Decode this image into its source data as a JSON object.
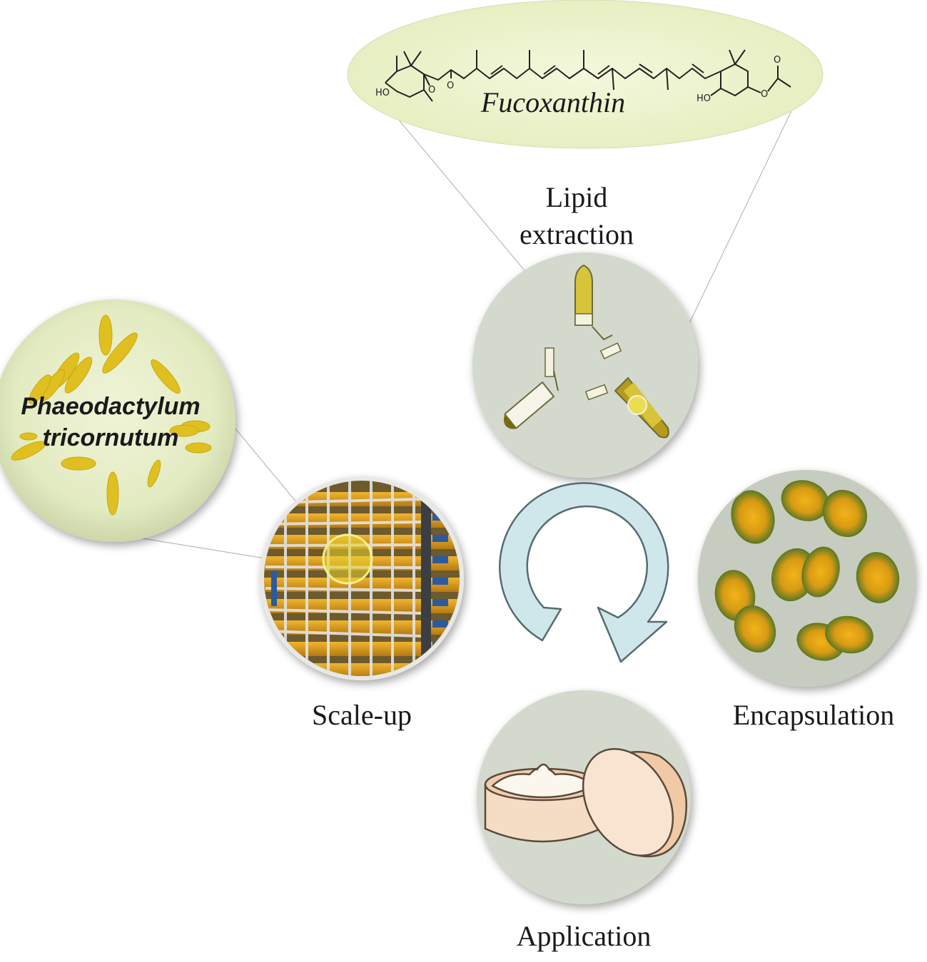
{
  "molecule": {
    "name": "Fucoxanthin",
    "groups": {
      "ho_left": "HO",
      "ho_right": "HO",
      "o_epoxide": "O",
      "o_keto": "O",
      "o_ester": "O",
      "o_acetyl": "O"
    }
  },
  "organism": {
    "line1": "Phaeodactylum",
    "line2": "tricornutum"
  },
  "steps": {
    "lipid_extraction": {
      "line1": "Lipid",
      "line2": "extraction"
    },
    "scale_up": "Scale-up",
    "encapsulation": "Encapsulation",
    "application": "Application"
  },
  "cycle": {
    "direction": "clockwise",
    "icon": "circular-arrow-icon"
  },
  "colors": {
    "circle_bg": "#d4d9cd",
    "organism_bg": "#e6eec8",
    "molecule_bg": "#eef4cf",
    "arrow_fill": "#cfe6ea",
    "arrow_stroke": "#556c70",
    "algae_yellow": "#e0c020",
    "capsule_green": "#4e6a1f",
    "capsule_orange": "#e8a316"
  }
}
